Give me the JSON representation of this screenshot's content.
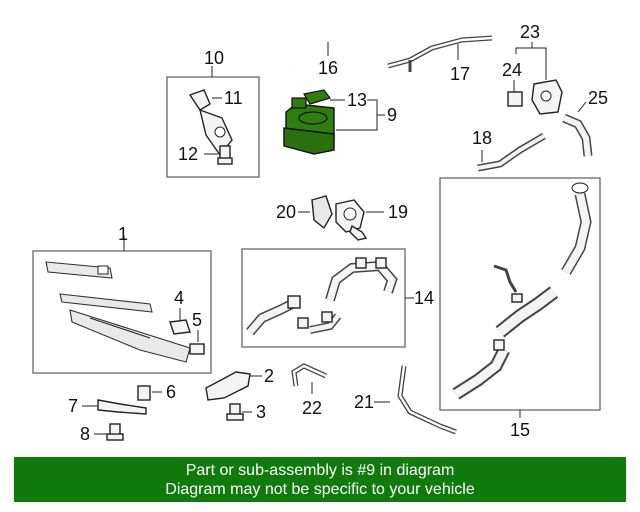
{
  "diagram": {
    "callouts": [
      "1",
      "2",
      "3",
      "4",
      "5",
      "6",
      "7",
      "8",
      "9",
      "10",
      "11",
      "12",
      "13",
      "14",
      "15",
      "16",
      "17",
      "18",
      "19",
      "20",
      "21",
      "22",
      "23",
      "24",
      "25"
    ],
    "highlight_color": "#2f7d0f",
    "highlighted_part": "9"
  },
  "banner": {
    "line1": "Part or sub-assembly is #9 in diagram",
    "line2": "Diagram may not be specific to your vehicle",
    "background_color": "#117a0c",
    "text_color": "#ffffff"
  }
}
